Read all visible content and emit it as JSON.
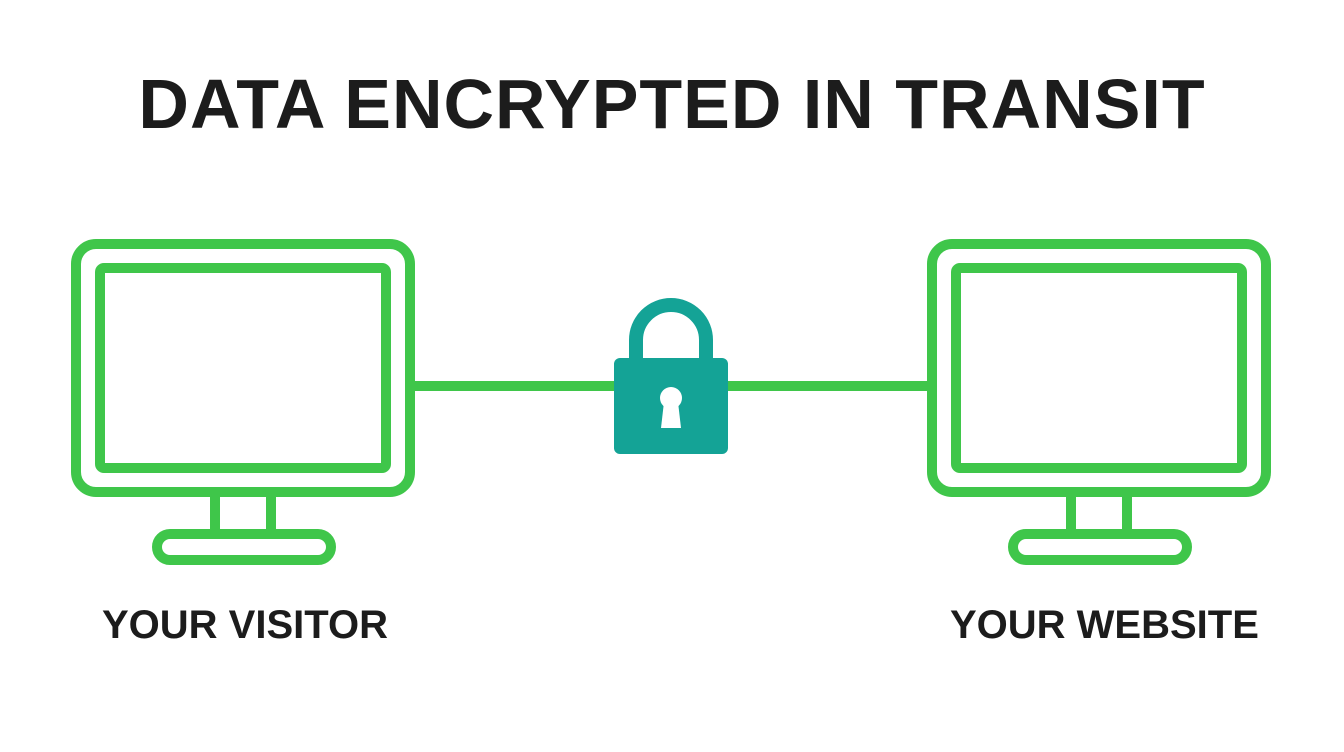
{
  "title": "DATA ENCRYPTED IN TRANSIT",
  "nodes": {
    "visitor": {
      "label": "YOUR VISITOR",
      "icon": "monitor-icon"
    },
    "website": {
      "label": "YOUR WEBSITE",
      "icon": "monitor-icon"
    }
  },
  "connection": {
    "icon": "padlock-icon"
  },
  "colors": {
    "monitor_stroke": "#3fc64a",
    "lock_fill": "#14a396",
    "keyhole": "#ffffff",
    "text": "#1c1c1c",
    "background": "#ffffff"
  }
}
